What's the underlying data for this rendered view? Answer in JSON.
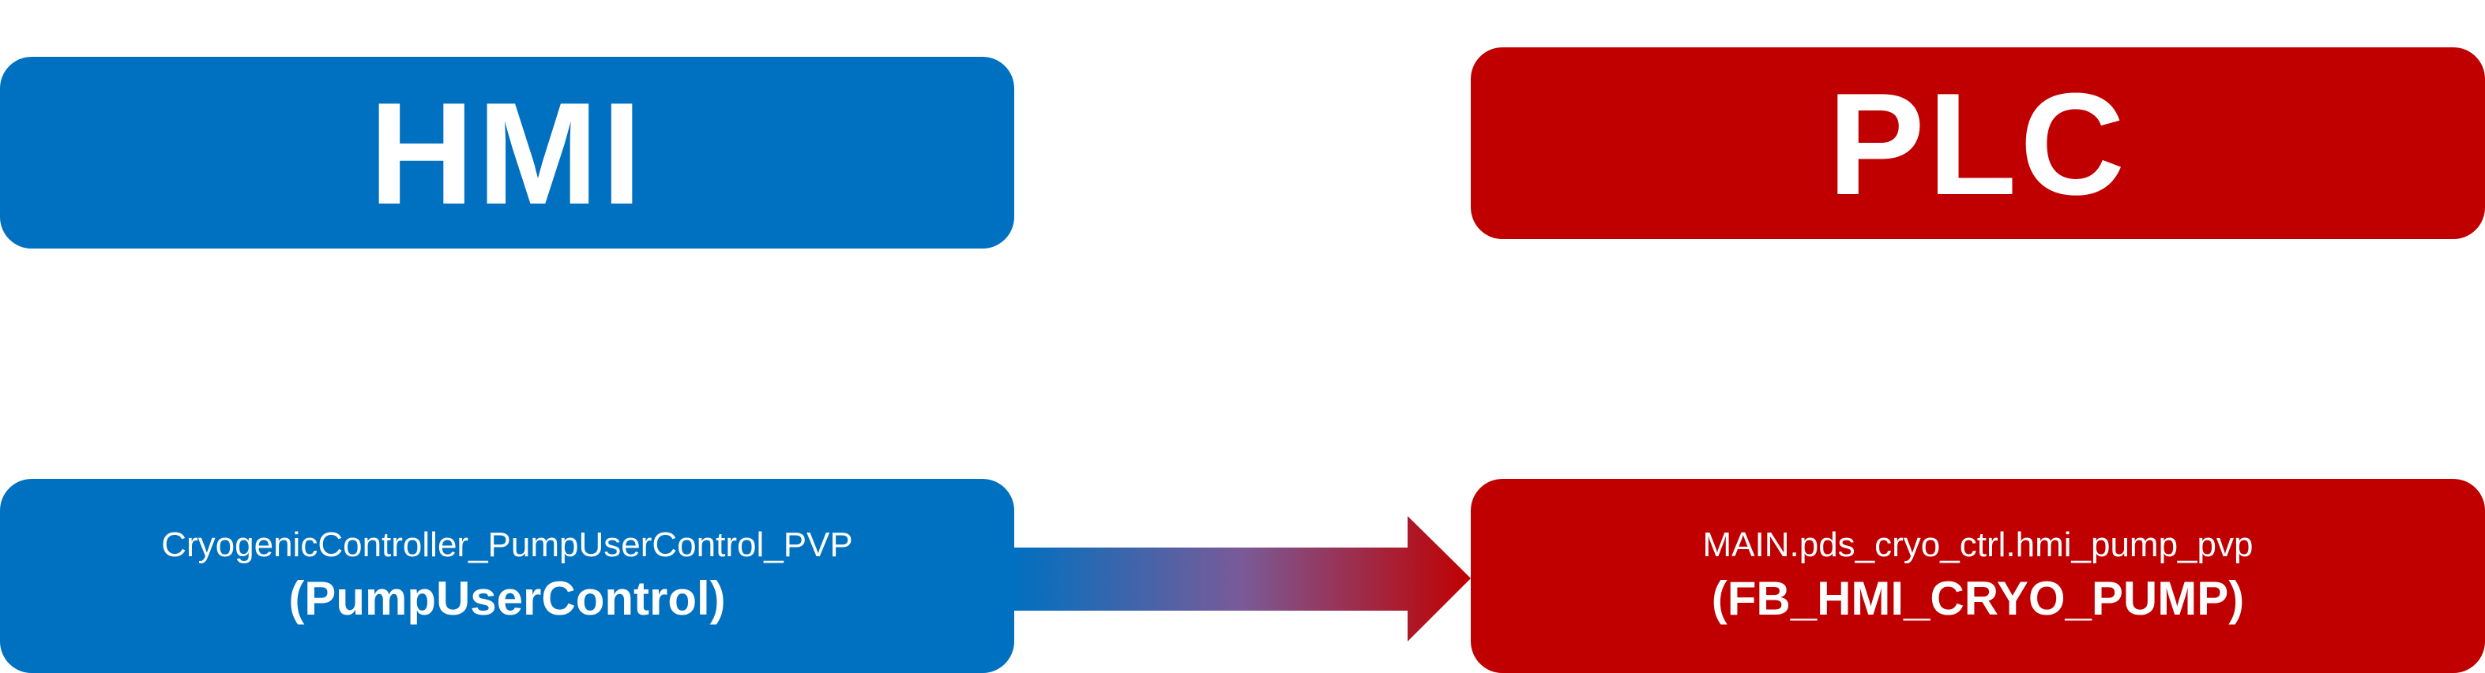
{
  "colors": {
    "hmi": "#0070c0",
    "plc": "#c00000"
  },
  "hmi": {
    "title": "HMI",
    "pv_name": "CryogenicController_PumpUserControl_PVP",
    "type_name": "(PumpUserControl)"
  },
  "plc": {
    "title": "PLC",
    "pv_name": "MAIN.pds_cryo_ctrl.hmi_pump_pvp",
    "type_name": "(FB_HMI_CRYO_PUMP)"
  }
}
